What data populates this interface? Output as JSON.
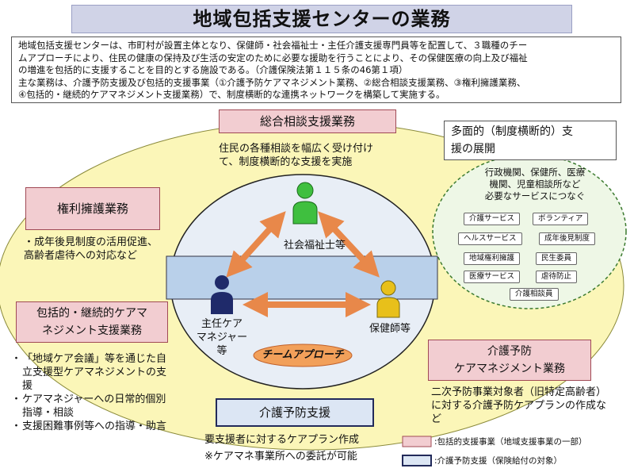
{
  "title": "地域包括支援センターの業務",
  "intro": {
    "lines": [
      "地域包括支援センターは、市町村が設置主体となり、保健師・社会福祉士・主任介護支援専門員等を配置して、３職種のチー",
      "ムアプローチにより、住民の健康の保持及び生活の安定のために必要な援助を行うことにより、その保健医療の向上及び福祉",
      "の増進を包括的に支援することを目的とする施設である。（介護保険法第１１５条の46第１項）",
      "主な業務は、介護予防支援及び包括的支援事業（①介護予防ケアマネジメント業務、②総合相談支援業務、③権利擁護業務、",
      "④包括的・継続的ケアマネジメント支援業務）で、制度横断的な連携ネットワークを構築して実施する。"
    ]
  },
  "sogo": {
    "label": "総合相談支援業務",
    "desc1": "住民の各種相談を幅広く受け付け",
    "desc2": "て、制度横断的な支援を実施"
  },
  "kenri": {
    "label": "権利擁護業務",
    "desc1": "・成年後見制度の活用促進、",
    "desc2": "高齢者虐待への対応など"
  },
  "hokatsu": {
    "label1": "包括的・継続的ケアマ",
    "label2": "ネジメント支援業務",
    "items": [
      "「地域ケア会議」等を通じた自立支援型ケアマネジメントの支援",
      "ケアマネジャーへの日常的個別指導・相談",
      "支援困難事例等への指導・助言"
    ]
  },
  "yobo_mgmt": {
    "label1": "介護予防",
    "label2": "ケアマネジメント業務",
    "desc": "二次予防事業対象者（旧特定高齢者）に対する介護予防ケアプランの作成など"
  },
  "yobo_shien": {
    "label": "介護予防支援",
    "desc1": "要支援者に対するケアプラン作成",
    "desc2": "※ケアマネ事業所への委託が可能"
  },
  "tamen": {
    "label1": "多面的（制度横断的）支",
    "label2": "援の展開",
    "desc1": "行政機関、保健所、医療",
    "desc2": "機関、児童相談所など",
    "desc3": "必要なサービスにつなぐ",
    "tags": [
      "介護サービス",
      "ボランティア",
      "ヘルスサービス",
      "成年後見制度",
      "地域権利擁護",
      "民生委員",
      "医療サービス",
      "虐待防止",
      "介護相談員"
    ]
  },
  "team": {
    "shakai": "社会福祉士等",
    "shunin1": "主任ケア",
    "shunin2": "マネジャー",
    "shunin3": "等",
    "hoken": "保健師等",
    "approach": "チームアプローチ"
  },
  "legend": {
    "pink": ":包括的支援事業（地域支援事業の一部）",
    "blue": ":介護予防支援（保険給付の対象）"
  },
  "colors": {
    "outer_ellipse": "#fbf6b8",
    "inner_ellipse": "#e4ecf5",
    "pink": "#f2cdd1",
    "blue_band": "#b9d0ea",
    "arrow": "#e8884a",
    "person_green": "#3fbf3f",
    "person_navy": "#1f2a6a",
    "person_yellow": "#e8c01a"
  }
}
